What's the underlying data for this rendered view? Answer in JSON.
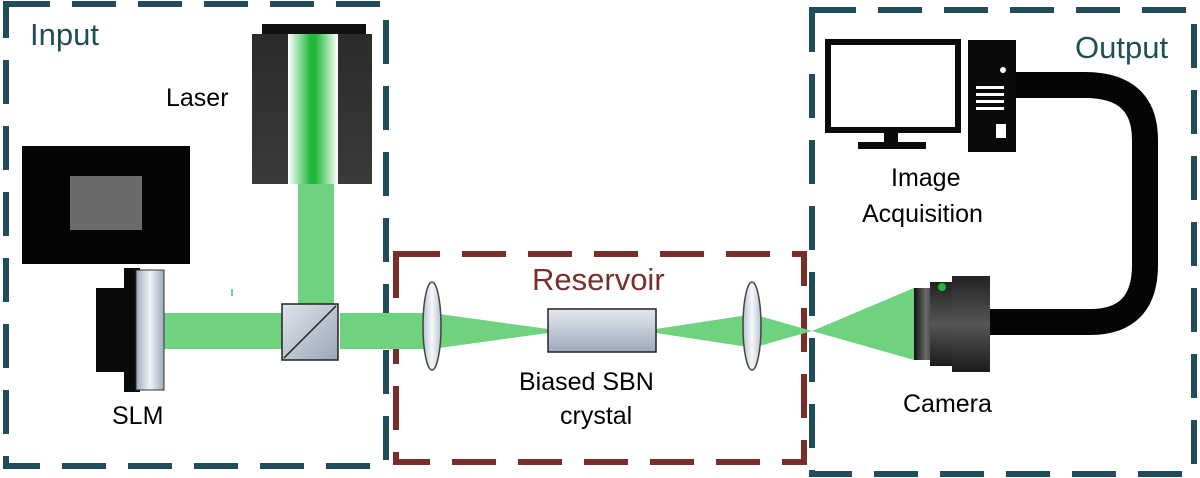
{
  "sections": {
    "input": "Input",
    "reservoir": "Reservoir",
    "output": "Output"
  },
  "labels": {
    "laser": "Laser",
    "slm": "SLM",
    "crystal_line1": "Biased SBN",
    "crystal_line2": "crystal",
    "camera": "Camera",
    "acquisition_line1": "Image",
    "acquisition_line2": "Acquisition"
  },
  "colors": {
    "input_output_border": "#1f4e5a",
    "reservoir_border": "#7a2e2a",
    "beam": "#6fd27f",
    "laser_green": "#1fb83a"
  }
}
